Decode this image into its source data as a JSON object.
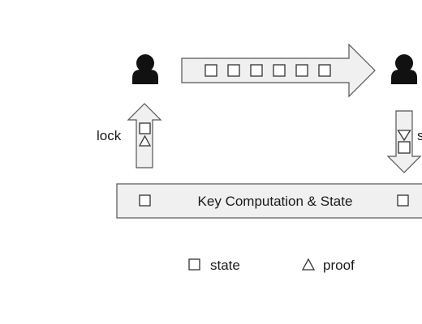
{
  "diagram": {
    "left_label": "lock",
    "right_label": "s",
    "panel_label": "Key Computation & State",
    "arrow_state_count": 6
  },
  "legend": {
    "state_label": "state",
    "proof_label": "proof"
  },
  "colors": {
    "fill": "#f0f0f0",
    "stroke": "#555555",
    "icon": "#111111"
  }
}
